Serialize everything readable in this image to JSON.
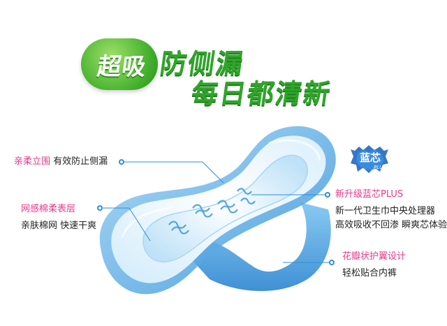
{
  "headline": {
    "badge": "超吸",
    "line1": "防侧漏",
    "line2": "每日都清新"
  },
  "logo": {
    "main": "蓝芯",
    "sub": "PLUS"
  },
  "callouts": {
    "left_top": {
      "title": "亲柔立围",
      "text": "有效防止侧漏"
    },
    "left_mid": {
      "title": "网感棉柔表层",
      "text": "亲肤棉网 快速干爽"
    },
    "right_mid": {
      "title": "新升级蓝芯PLUS",
      "line1": "新一代卫生巾中央处理器",
      "line2": "高效吸收不回渗 瞬爽芯体验"
    },
    "right_bottom": {
      "title": "花瓣状护翼设计",
      "text": "轻松贴合内裤"
    }
  },
  "colors": {
    "green": "#2fa52a",
    "pink": "#e8388a",
    "blue": "#2e8ed8",
    "pad_light": "#e8f5fd"
  }
}
